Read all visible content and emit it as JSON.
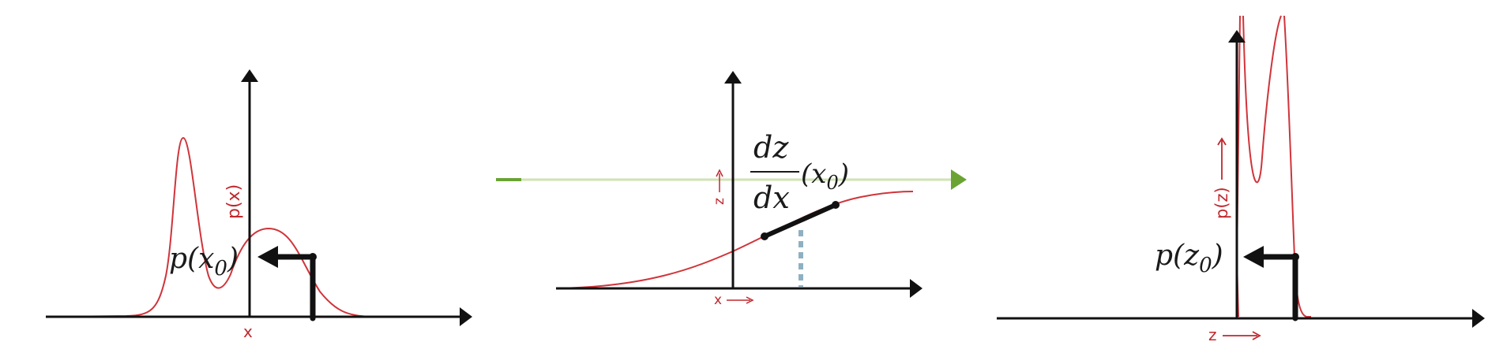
{
  "colors": {
    "axis": "#111111",
    "curve": "#d0343a",
    "label_red": "#c0282e",
    "green_arrow": "#6aa334",
    "dotted_guide": "#8fb0c2"
  },
  "panels": {
    "left": {
      "density_label": "p(x)",
      "axis_label": "x",
      "value_label_main": "p(x",
      "value_label_sub": "0",
      "value_label_close": ")"
    },
    "middle": {
      "z_label": "z",
      "x_label": "x",
      "derivative_numerator": "dz",
      "derivative_denominator": "dx",
      "derivative_arg_main": "(x",
      "derivative_arg_sub": "0",
      "derivative_arg_close": ")"
    },
    "right": {
      "density_label": "p(z)",
      "axis_label": "z",
      "value_label_main": "p(z",
      "value_label_sub": "0",
      "value_label_close": ")"
    }
  }
}
